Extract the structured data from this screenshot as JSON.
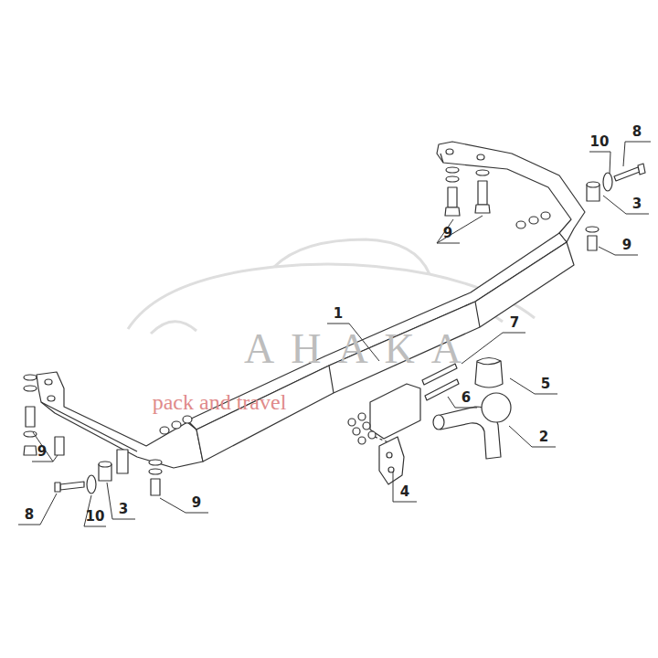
{
  "diagram": {
    "labels": [
      "8",
      "10",
      "3",
      "9",
      "9",
      "1",
      "7",
      "5",
      "6",
      "2",
      "9",
      "4",
      "9",
      "3",
      "8",
      "10",
      "AHAKA",
      "pack and travel"
    ]
  }
}
